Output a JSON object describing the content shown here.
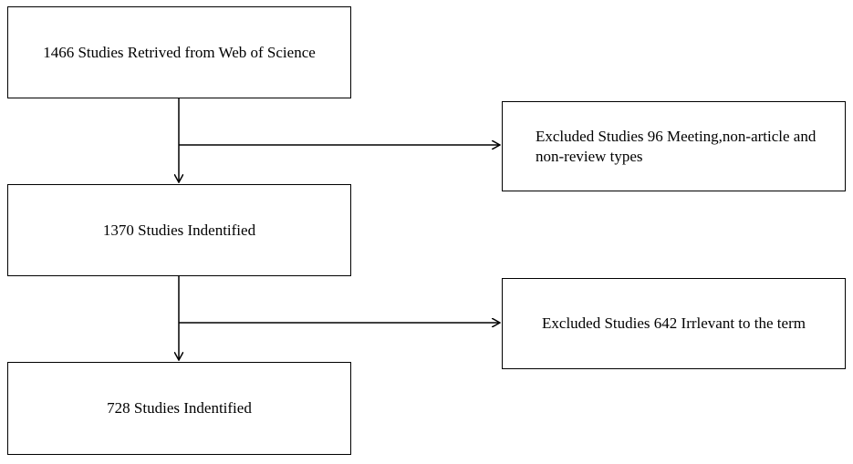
{
  "flowchart": {
    "steps": {
      "retrieved": "1466 Studies Retrived from Web of Science",
      "identified_first": "1370 Studies Indentified",
      "identified_final": "728 Studies Indentified"
    },
    "exclusions": {
      "first": "Excluded Studies 96 Meeting,non-article and non-review types",
      "second": "Excluded Studies 642 Irrlevant to the term"
    }
  }
}
